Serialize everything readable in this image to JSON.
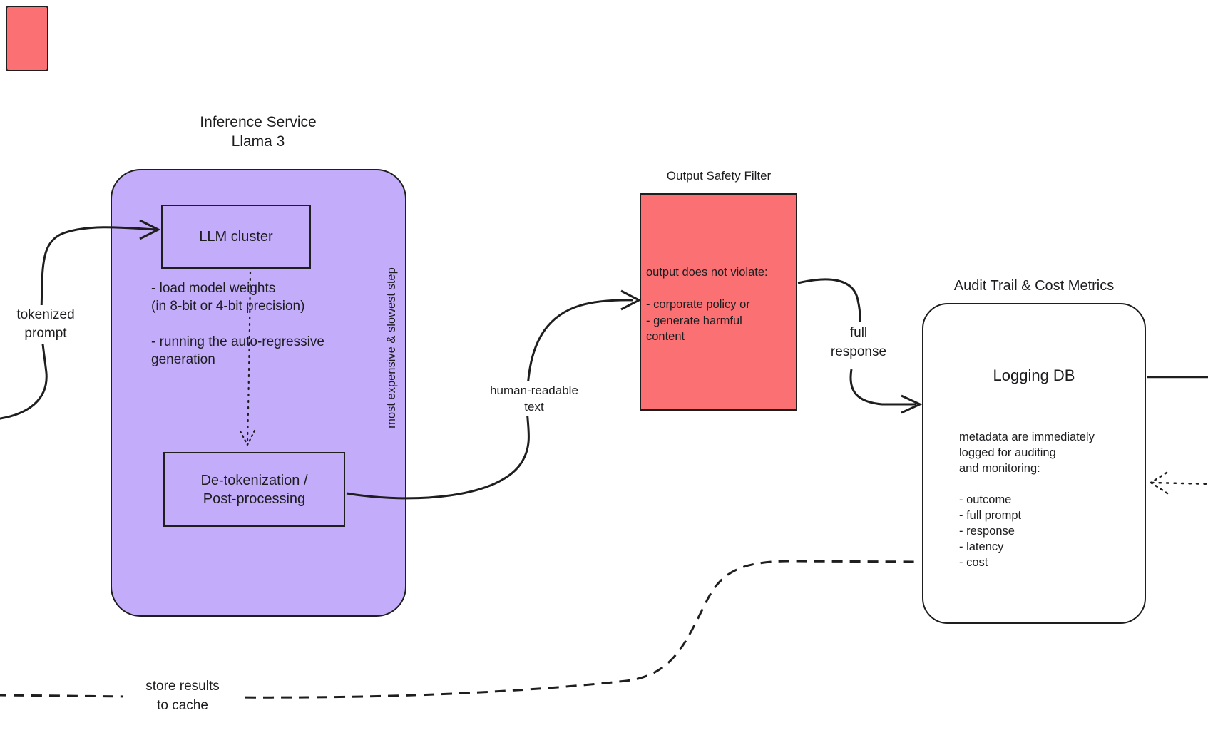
{
  "colors": {
    "purple": "#c3adfa",
    "red": "#fb7173",
    "stroke": "#1e1e1e",
    "text": "#1d1d20"
  },
  "inference": {
    "title": "Inference Service\nLlama 3",
    "llm_label": "LLM cluster",
    "notes": "- load model weights\n(in 8-bit or 4-bit precision)\n\n- running the auto-regressive\ngeneration",
    "side_note": "most expensive & slowest step",
    "detok_label": "De-tokenization /\nPost-processing"
  },
  "filter": {
    "title": "Output Safety Filter",
    "body": "output does not violate:\n\n- corporate policy or\n- generate harmful\ncontent"
  },
  "audit": {
    "title": "Audit Trail & Cost Metrics",
    "db_label": "Logging DB",
    "body": "metadata are immediately\nlogged for auditing\nand monitoring:\n\n- outcome\n- full prompt\n- response\n- latency\n- cost"
  },
  "labels": {
    "tokenized_prompt": "tokenized\nprompt",
    "human_readable": "human-readable\ntext",
    "full_response": "full\nresponse",
    "store_results": "store results\nto cache"
  }
}
